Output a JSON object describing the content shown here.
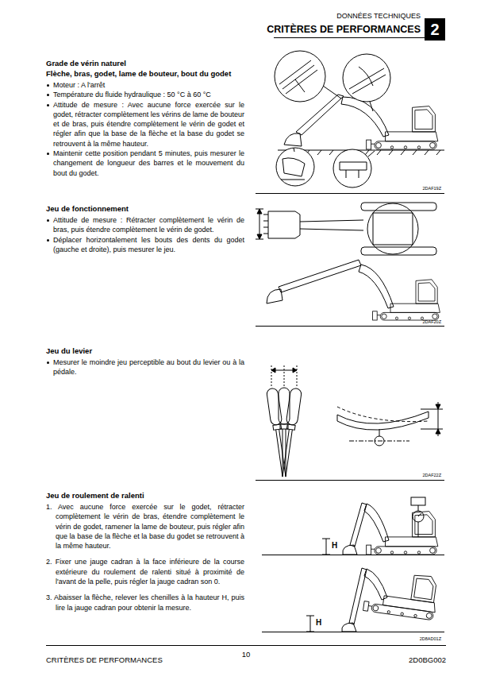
{
  "diagram": {
    "title": "CRITÈRES DE PERFORMANCES",
    "nodes": [
      {
        "text": [
          "2"
        ]
      }
    ],
    "labels": [
      "DONNÉES TECHNIQUES",
      "Grade de vérin naturel",
      "Flèche, bras, godet, lame de bouteur, bout du godet",
      "Moteur : A l'arrêt",
      "Température du fluide hydraulique : 50 °C à 60 °C",
      "Attitude de mesure : Avec aucune force exercée sur le godet, rétracter complètement les vérins de lame de bouteur et de bras, puis étendre complètement le vérin de godet et régler afin que la base de la flèche et la base du godet se retrouvent à la même hauteur.",
      "Maintenir cette position pendant 5 minutes, puis mesurer le changement de longueur des barres et le mouvement du bout du godet.",
      "2DAF19Z",
      "Jeu de fonctionnement",
      "Attitude de mesure : Rétracter complètement le vérin de bras, puis étendre complètement le vérin de godet.",
      "Déplacer horizontalement les bouts des dents du godet (gauche et droite), puis mesurer le jeu.",
      "2DAF20Z",
      "Jeu du levier",
      "Mesurer le moindre jeu perceptible au bout du levier ou à la pédale.",
      "2DAF22Z",
      "Jeu de roulement de ralenti",
      "1. Avec aucune force exercée sur le godet, rétracter complètement le vérin de bras, étendre complètement le vérin de godet, ramener la lame de bouteur, puis régler afin que la base de la flèche et la base du godet se retrouvent à la même hauteur.",
      "2. Fixer une jauge cadran à la face inférieure de la course extérieure du roulement de ralenti situé à proximité de l'avant de la pelle, puis régler la jauge cadran son 0.",
      "3. Abaisser la flèche, relever les chenilles à la hauteur H, puis lire la jauge cadran pour obtenir la mesure.",
      "H",
      "H",
      "2D8AD01Z",
      "CRITÈRES DE PERFORMANCES",
      "10",
      "2D0BG002"
    ]
  }
}
